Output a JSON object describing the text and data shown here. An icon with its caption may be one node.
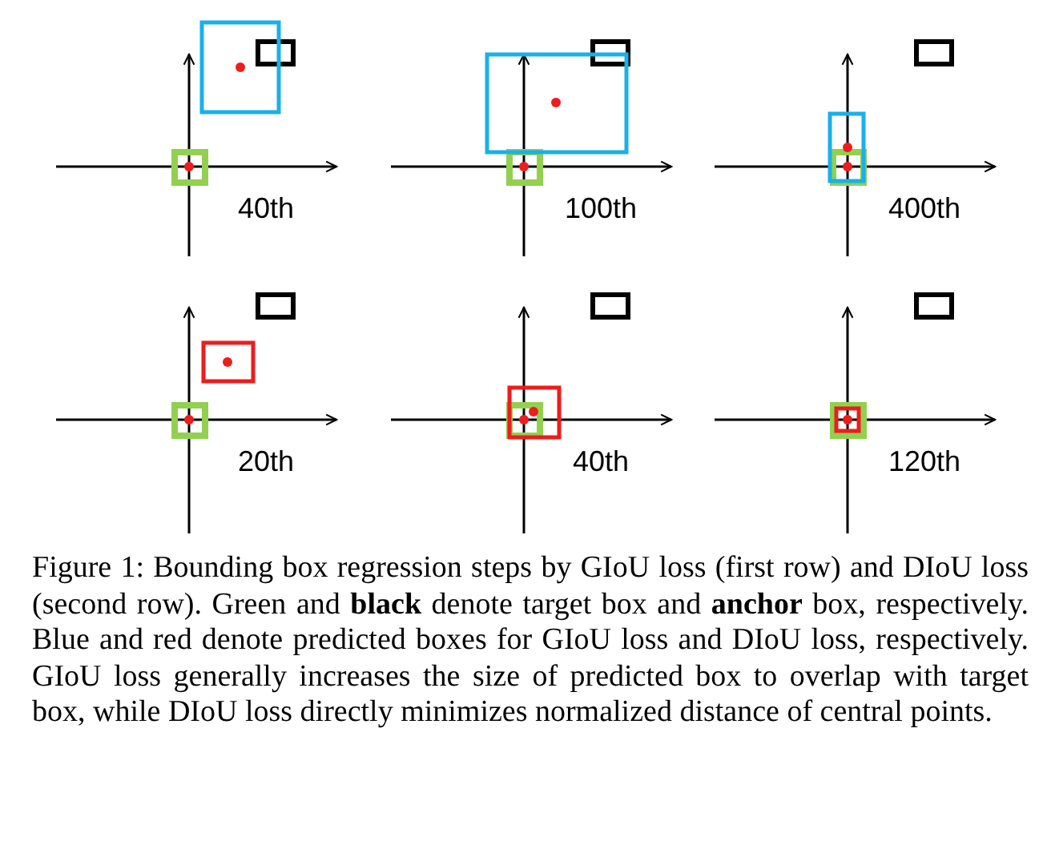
{
  "diagram": {
    "caption": "Figure 1: Bounding box regression steps by GIoU loss (first row) and DIoU loss (second row). Green and **black** denote target box and **anchor** box, respectively. Blue and red denote predicted boxes for GIoU loss and DIoU loss, respectively. GIoU loss generally increases the size of predicted box to overlap with target box, while DIoU loss directly minimizes normalized distance of central points.",
    "labels": [
      "40th",
      "100th",
      "400th",
      "20th",
      "40th",
      "120th"
    ]
  }
}
